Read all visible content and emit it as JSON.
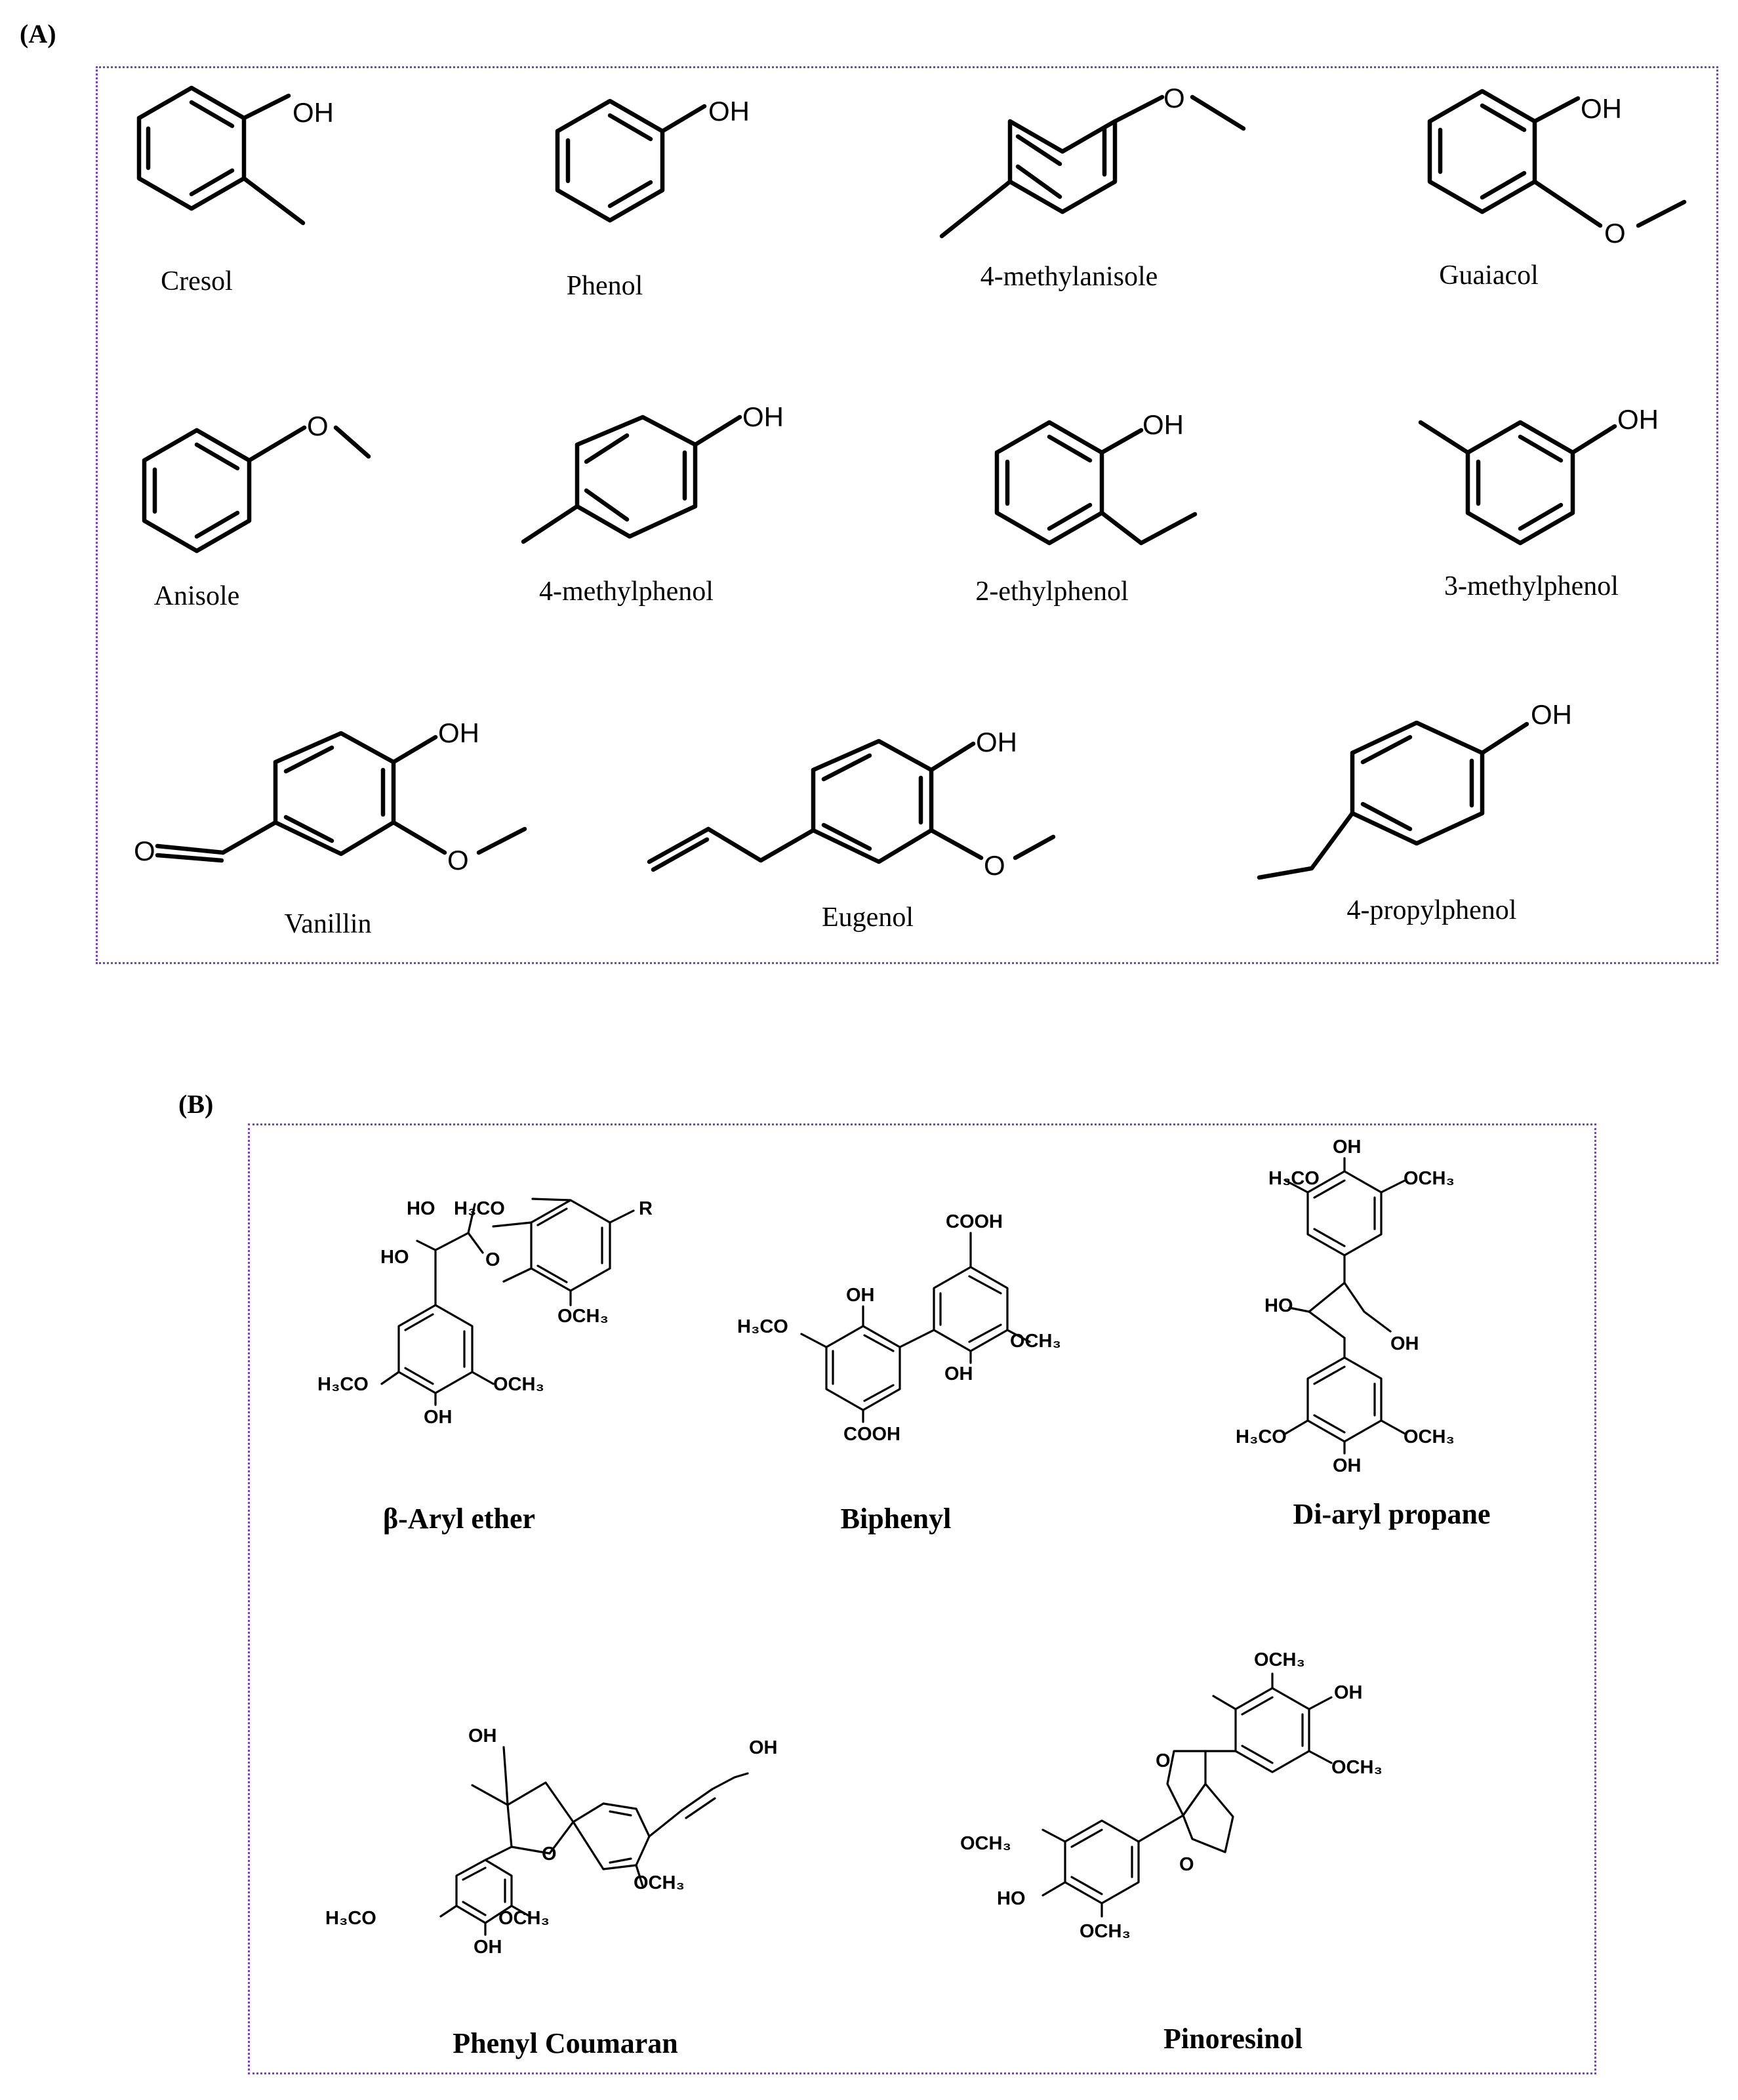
{
  "panel_a": {
    "label": "(A)",
    "compounds": [
      {
        "name": "Cresol",
        "groups": [
          "OH"
        ]
      },
      {
        "name": "Phenol",
        "groups": [
          "OH"
        ]
      },
      {
        "name": "4-methylanisole",
        "groups": [
          "O"
        ]
      },
      {
        "name": "Guaiacol",
        "groups": [
          "OH",
          "O"
        ]
      },
      {
        "name": "Anisole",
        "groups": [
          "O"
        ]
      },
      {
        "name": "4-methylphenol",
        "groups": [
          "OH"
        ]
      },
      {
        "name": "2-ethylphenol",
        "groups": [
          "OH"
        ]
      },
      {
        "name": "3-methylphenol",
        "groups": [
          "OH"
        ]
      },
      {
        "name": "Vanillin",
        "groups": [
          "OH",
          "O",
          "O"
        ]
      },
      {
        "name": "Eugenol",
        "groups": [
          "OH",
          "O"
        ]
      },
      {
        "name": "4-propylphenol",
        "groups": [
          "OH"
        ]
      }
    ]
  },
  "panel_b": {
    "label": "(B)",
    "structures": [
      {
        "name": "β-Aryl ether",
        "groups": [
          "HO",
          "H₃CO",
          "R",
          "HO",
          "O",
          "OCH₃",
          "H₃CO",
          "OCH₃",
          "OH"
        ]
      },
      {
        "name": "Biphenyl",
        "groups": [
          "COOH",
          "OH",
          "H₃CO",
          "OCH₃",
          "OH",
          "COOH"
        ]
      },
      {
        "name": "Di-aryl propane",
        "groups": [
          "OH",
          "H₃CO",
          "OCH₃",
          "HO",
          "OH",
          "H₃CO",
          "OCH₃",
          "OH"
        ]
      },
      {
        "name": "Phenyl Coumaran",
        "groups": [
          "OH",
          "OH",
          "O",
          "OCH₃",
          "H₃CO",
          "OCH₃",
          "OH"
        ]
      },
      {
        "name": "Pinoresinol",
        "groups": [
          "OCH₃",
          "OH",
          "OCH₃",
          "O",
          "OCH₃",
          "O",
          "HO",
          "OCH₃"
        ]
      }
    ]
  }
}
